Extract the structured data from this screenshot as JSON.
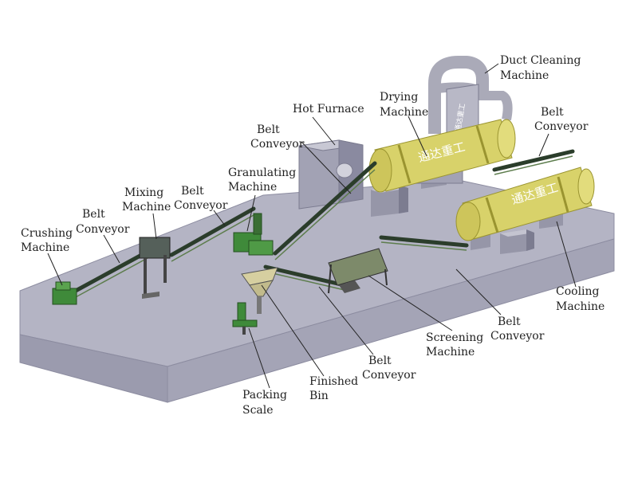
{
  "labels": {
    "duct_cleaning_line1": "Duct Cleaning",
    "duct_cleaning_line2": "Machine",
    "drying_line1": "Drying",
    "drying_line2": "Machine",
    "hot_furnace": "Hot Furnace",
    "belt_top_left_line1": "Belt",
    "belt_top_left_line2": "Conveyor",
    "belt_top_right_line1": "Belt",
    "belt_top_right_line2": "Conveyor",
    "granulating_line1": "Granulating",
    "granulating_line2": "Machine",
    "mixing_line1": "Mixing",
    "mixing_line2": "Machine",
    "belt_mid_line1": "Belt",
    "belt_mid_line2": "Conveyor",
    "belt_left_line1": "Belt",
    "belt_left_line2": "Conveyor",
    "crushing_line1": "Crushing",
    "crushing_line2": "Machine",
    "cooling_line1": "Cooling",
    "cooling_line2": "Machine",
    "belt_right_line1": "Belt",
    "belt_right_line2": "Conveyor",
    "screening_line1": "Screening",
    "screening_line2": "Machine",
    "belt_bottom_line1": "Belt",
    "belt_bottom_line2": "Conveyor",
    "finished_line1": "Finished",
    "finished_line2": "Bin",
    "packing_line1": "Packing",
    "packing_line2": "Scale"
  },
  "drum_text": {
    "dryer": "通达重工",
    "cooler": "通达重工",
    "duct": "通达重工"
  },
  "colors": {
    "platform_top": "#b4b4c4",
    "platform_side": "#9898ab",
    "drum": "#d8d26a",
    "machine_green": "#3f8a3a",
    "duct": "#aaaab8"
  }
}
